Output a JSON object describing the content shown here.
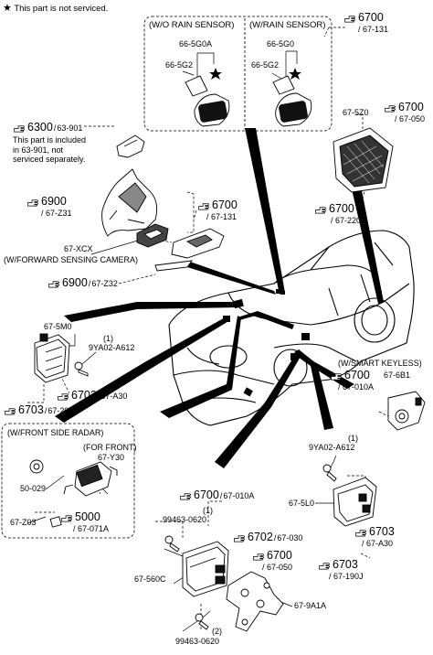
{
  "legend": {
    "star_symbol": "★",
    "text": "This part is not serviced."
  },
  "sensor_box": {
    "left_label": "(W/O RAIN SENSOR)",
    "right_label": "(W/RAIN SENSOR)",
    "left_parts": [
      "66-5G0A",
      "66-5G2"
    ],
    "right_parts": [
      "66-5G0",
      "66-5G2"
    ]
  },
  "callouts": {
    "c6700_top": {
      "num": "6700",
      "ref": "67-131"
    },
    "c6700_5z0": {
      "num": "6700",
      "ref": "67-050"
    },
    "c6700_220": {
      "num": "6700",
      "ref": "67-220"
    },
    "c6300": {
      "num": "6300",
      "ref": "63-901"
    },
    "c6900": {
      "num": "6900",
      "ref": "67-Z31"
    },
    "c6700_131b": {
      "num": "6700",
      "ref": "67-131"
    },
    "c6900b": {
      "num": "6900",
      "ref": "67-Z32"
    },
    "c6703_a30": {
      "num": "6703",
      "ref": "67-A30"
    },
    "c6703_200d": {
      "num": "6703",
      "ref": "67-200D"
    },
    "c6700_010a_r": {
      "num": "6700",
      "ref": "67-010A"
    },
    "c5000": {
      "num": "5000",
      "ref": "67-071A"
    },
    "c6700_010a_b": {
      "num": "6700",
      "ref": "67-010A"
    },
    "c6702": {
      "num": "6702",
      "ref": "67-030"
    },
    "c6700_050b": {
      "num": "6700",
      "ref": "67-050"
    },
    "c6703_a30b": {
      "num": "6703",
      "ref": "67-A30"
    },
    "c6703_190j": {
      "num": "6703",
      "ref": "67-190J"
    }
  },
  "labels": {
    "p675z0": "67-5Z0",
    "note6300": [
      "This part is included",
      "in  63-901, not",
      "serviced separately."
    ],
    "p67xcx": "67-XCX",
    "wforward": "(W/FORWARD SENSING CAMERA)",
    "p675m0": "67-5M0",
    "n1a": "(1)",
    "p9ya02a": "9YA02-A612",
    "wsmart": "(W/SMART KEYLESS)",
    "p676b1": "67-6B1",
    "wfront": "(W/FRONT SIDE RADAR)",
    "forfront": "(FOR FRONT)",
    "p67y30": "67-Y30",
    "p50029": "50-029",
    "p67z03": "67-Z03",
    "n1b": "(1)",
    "p9ya02b": "9YA02-A612",
    "p675l0": "67-5L0",
    "n1c": "(1)",
    "p99463a": "99463-0620",
    "p67560c": "67-560C",
    "p679a1a": "67-9A1A",
    "n2": "(2)",
    "p99463b": "99463-0620"
  }
}
